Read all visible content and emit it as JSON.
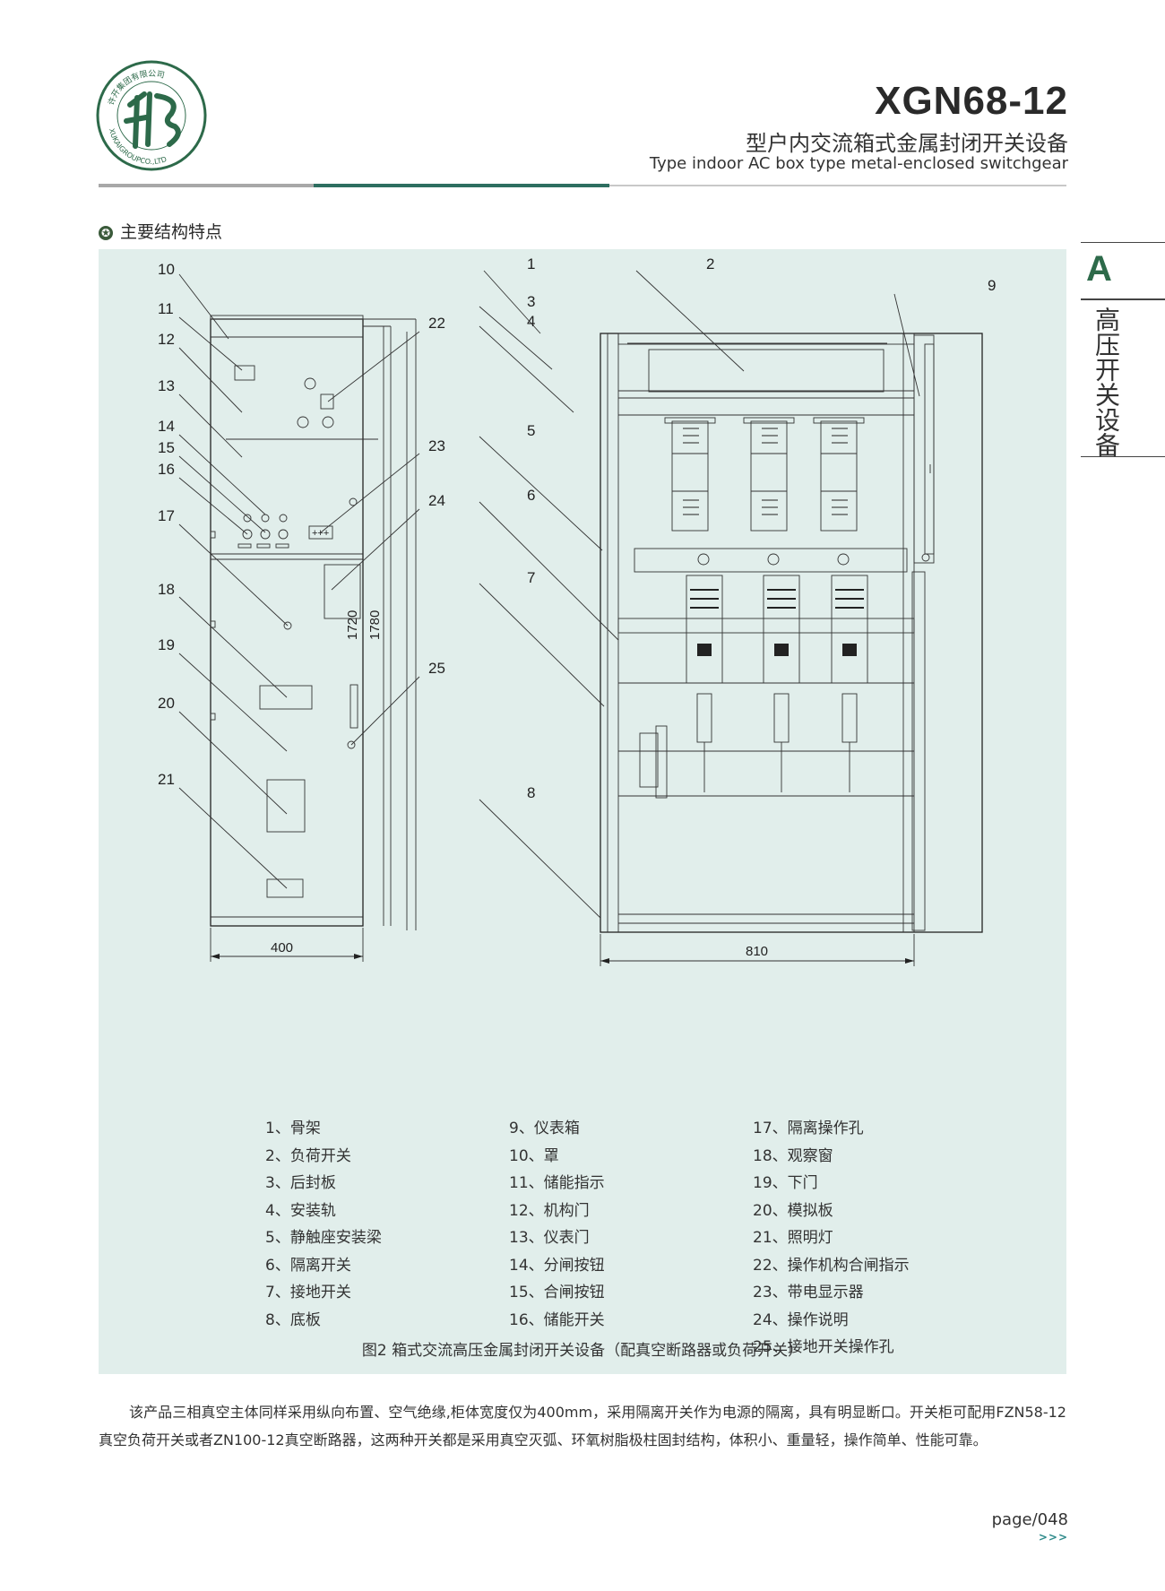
{
  "header": {
    "logo_text_top": "许开集团有限公司",
    "logo_text_bottom": "XUKAIGROUPCO.,LTD",
    "model": "XGN68-12",
    "title_cn": "型户内交流箱式金属封闭开关设备",
    "title_en": "Type indoor AC box type metal-enclosed switchgear",
    "rule_colors": [
      "#a8a8a8",
      "#2e6e60",
      "#c8c8c8"
    ]
  },
  "side_tab": {
    "letter": "A",
    "text": "高压开关设备"
  },
  "section": {
    "icon": "star-circle-icon",
    "title": "主要结构特点"
  },
  "figure": {
    "callouts_left": [
      "10",
      "11",
      "12",
      "13",
      "14",
      "15",
      "16",
      "17",
      "18",
      "19",
      "20",
      "21",
      "22",
      "23",
      "24",
      "25"
    ],
    "callouts_right": [
      "1",
      "2",
      "3",
      "4",
      "5",
      "6",
      "7",
      "8",
      "9"
    ],
    "dim_width_left": "400",
    "dim_height_1": "1720",
    "dim_height_2": "1780",
    "dim_width_right": "810",
    "indicator_text": "+++",
    "legend": [
      [
        "1、骨架",
        "2、负荷开关",
        "3、后封板",
        "4、安装轨",
        "5、静触座安装梁",
        "6、隔离开关",
        "7、接地开关",
        "8、底板"
      ],
      [
        "9、仪表箱",
        "10、罩",
        "11、储能指示",
        "12、机构门",
        "13、仪表门",
        "14、分闸按钮",
        "15、合闸按钮",
        "16、储能开关"
      ],
      [
        "17、隔离操作孔",
        "18、观察窗",
        "19、下门",
        "20、模拟板",
        "21、照明灯",
        "22、操作机构合闸指示",
        "23、带电显示器",
        "24、操作说明",
        "25、接地开关操作孔"
      ]
    ],
    "caption": "图2 箱式交流高压金属封闭开关设备（配真空断路器或负荷开关）"
  },
  "body_text": "该产品三相真空主体同样采用纵向布置、空气绝缘,柜体宽度仅为400mm，采用隔离开关作为电源的隔离，具有明显断口。开关柜可配用FZN58-12真空负荷开关或者ZN100-12真空断路器，这两种开关都是采用真空灭弧、环氧树脂极柱固封结构，体积小、重量轻，操作简单、性能可靠。",
  "footer": {
    "page": "page/048",
    "arrows": ">>>"
  }
}
